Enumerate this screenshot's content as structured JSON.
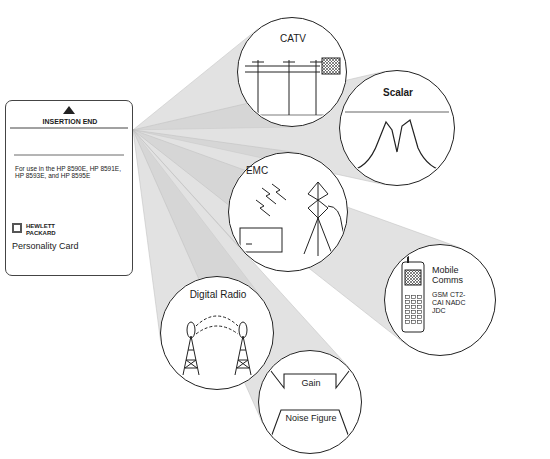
{
  "diagram": {
    "nodes": [
      {
        "text": [
          "INSERTION END",
          "For use in the HP 8590E, HP 8591E, HP 8593E, and HP 8595E",
          "HEWLETT PACKARD",
          "Personality Card"
        ]
      },
      {
        "text": [
          "CATV"
        ]
      },
      {
        "text": [
          "Scalar"
        ]
      },
      {
        "text": [
          "EMC"
        ]
      },
      {
        "text": [
          "Mobile Comms",
          "GSM CT2-CAI NADC JDC"
        ]
      },
      {
        "text": [
          "Digital Radio"
        ]
      },
      {
        "text": [
          "Gain",
          "Noise Figure"
        ]
      }
    ],
    "edges": [
      {
        "from": 0,
        "to": 1,
        "arrow": "none"
      },
      {
        "from": 0,
        "to": 2,
        "arrow": "none"
      },
      {
        "from": 0,
        "to": 3,
        "arrow": "none"
      },
      {
        "from": 0,
        "to": 4,
        "arrow": "none"
      },
      {
        "from": 0,
        "to": 5,
        "arrow": "none"
      },
      {
        "from": 0,
        "to": 6,
        "arrow": "none"
      }
    ]
  }
}
